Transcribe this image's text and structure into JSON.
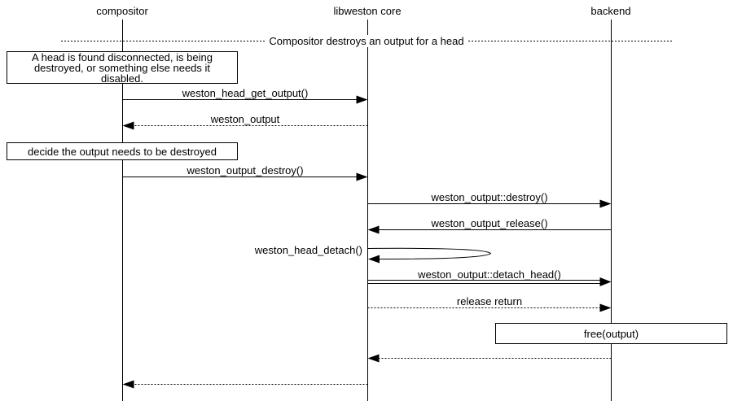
{
  "diagram": {
    "title": "Compositor destroys an output for a head",
    "colors": {
      "line": "#000000",
      "background": "#ffffff"
    },
    "actors": [
      {
        "id": "compositor",
        "label": "compositor"
      },
      {
        "id": "libweston-core",
        "label": "libweston core"
      },
      {
        "id": "backend",
        "label": "backend"
      }
    ],
    "notes": [
      {
        "over": "compositor",
        "text": "A head is found disconnected, is being\ndestroyed, or something else needs it\ndisabled."
      },
      {
        "over": "compositor",
        "text": "decide the output needs to be destroyed"
      },
      {
        "over": "backend",
        "text": "free(output)"
      }
    ],
    "messages": [
      {
        "label": "weston_head_get_output()",
        "from": "compositor",
        "to": "libweston core",
        "style": "solid"
      },
      {
        "label": "weston_output",
        "from": "libweston core",
        "to": "compositor",
        "style": "dotted"
      },
      {
        "label": "weston_output_destroy()",
        "from": "compositor",
        "to": "libweston core",
        "style": "solid"
      },
      {
        "label": "weston_output::destroy()",
        "from": "libweston core",
        "to": "backend",
        "style": "solid"
      },
      {
        "label": "weston_output_release()",
        "from": "backend",
        "to": "libweston core",
        "style": "solid"
      },
      {
        "label": "weston_head_detach()",
        "from": "libweston core",
        "to": "libweston core",
        "style": "self"
      },
      {
        "label": "weston_output::detach_head()",
        "from": "libweston core",
        "to": "backend",
        "style": "double"
      },
      {
        "label": "release return",
        "from": "libweston core",
        "to": "backend",
        "style": "dotted"
      },
      {
        "label": "",
        "from": "backend",
        "to": "libweston core",
        "style": "dotted"
      },
      {
        "label": "",
        "from": "libweston core",
        "to": "compositor",
        "style": "dotted"
      }
    ]
  }
}
